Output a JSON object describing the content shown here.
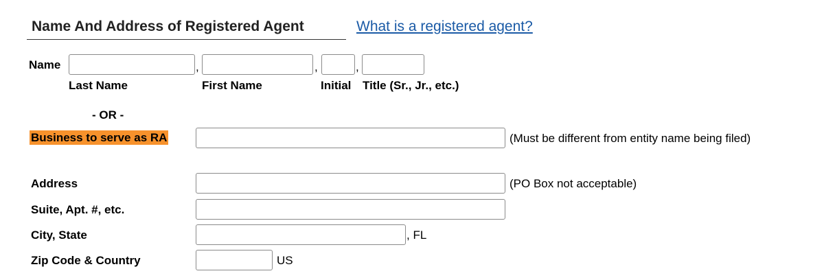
{
  "section": {
    "title": "Name And Address of Registered Agent",
    "help_link": "What is a registered agent?"
  },
  "name_row": {
    "label": "Name",
    "separator": ",",
    "fields": {
      "last_name": {
        "label": "Last Name",
        "value": ""
      },
      "first_name": {
        "label": "First Name",
        "value": ""
      },
      "initial": {
        "label": "Initial",
        "value": ""
      },
      "title": {
        "label": "Title (Sr., Jr., etc.)",
        "value": ""
      }
    }
  },
  "or_text": "- OR -",
  "business": {
    "label": "Business to serve as RA",
    "value": "",
    "note": "(Must be different from entity name being filed)",
    "highlight_color": "#f7922c"
  },
  "address": {
    "label": "Address",
    "value": "",
    "note": "(PO Box not acceptable)"
  },
  "suite": {
    "label": "Suite, Apt. #, etc.",
    "value": ""
  },
  "city_state": {
    "label": "City, State",
    "value": "",
    "state_suffix": ", FL"
  },
  "zip_country": {
    "label": "Zip Code & Country",
    "value": "",
    "country": "US"
  },
  "colors": {
    "link": "#1a5aa6",
    "highlight": "#f7922c"
  }
}
